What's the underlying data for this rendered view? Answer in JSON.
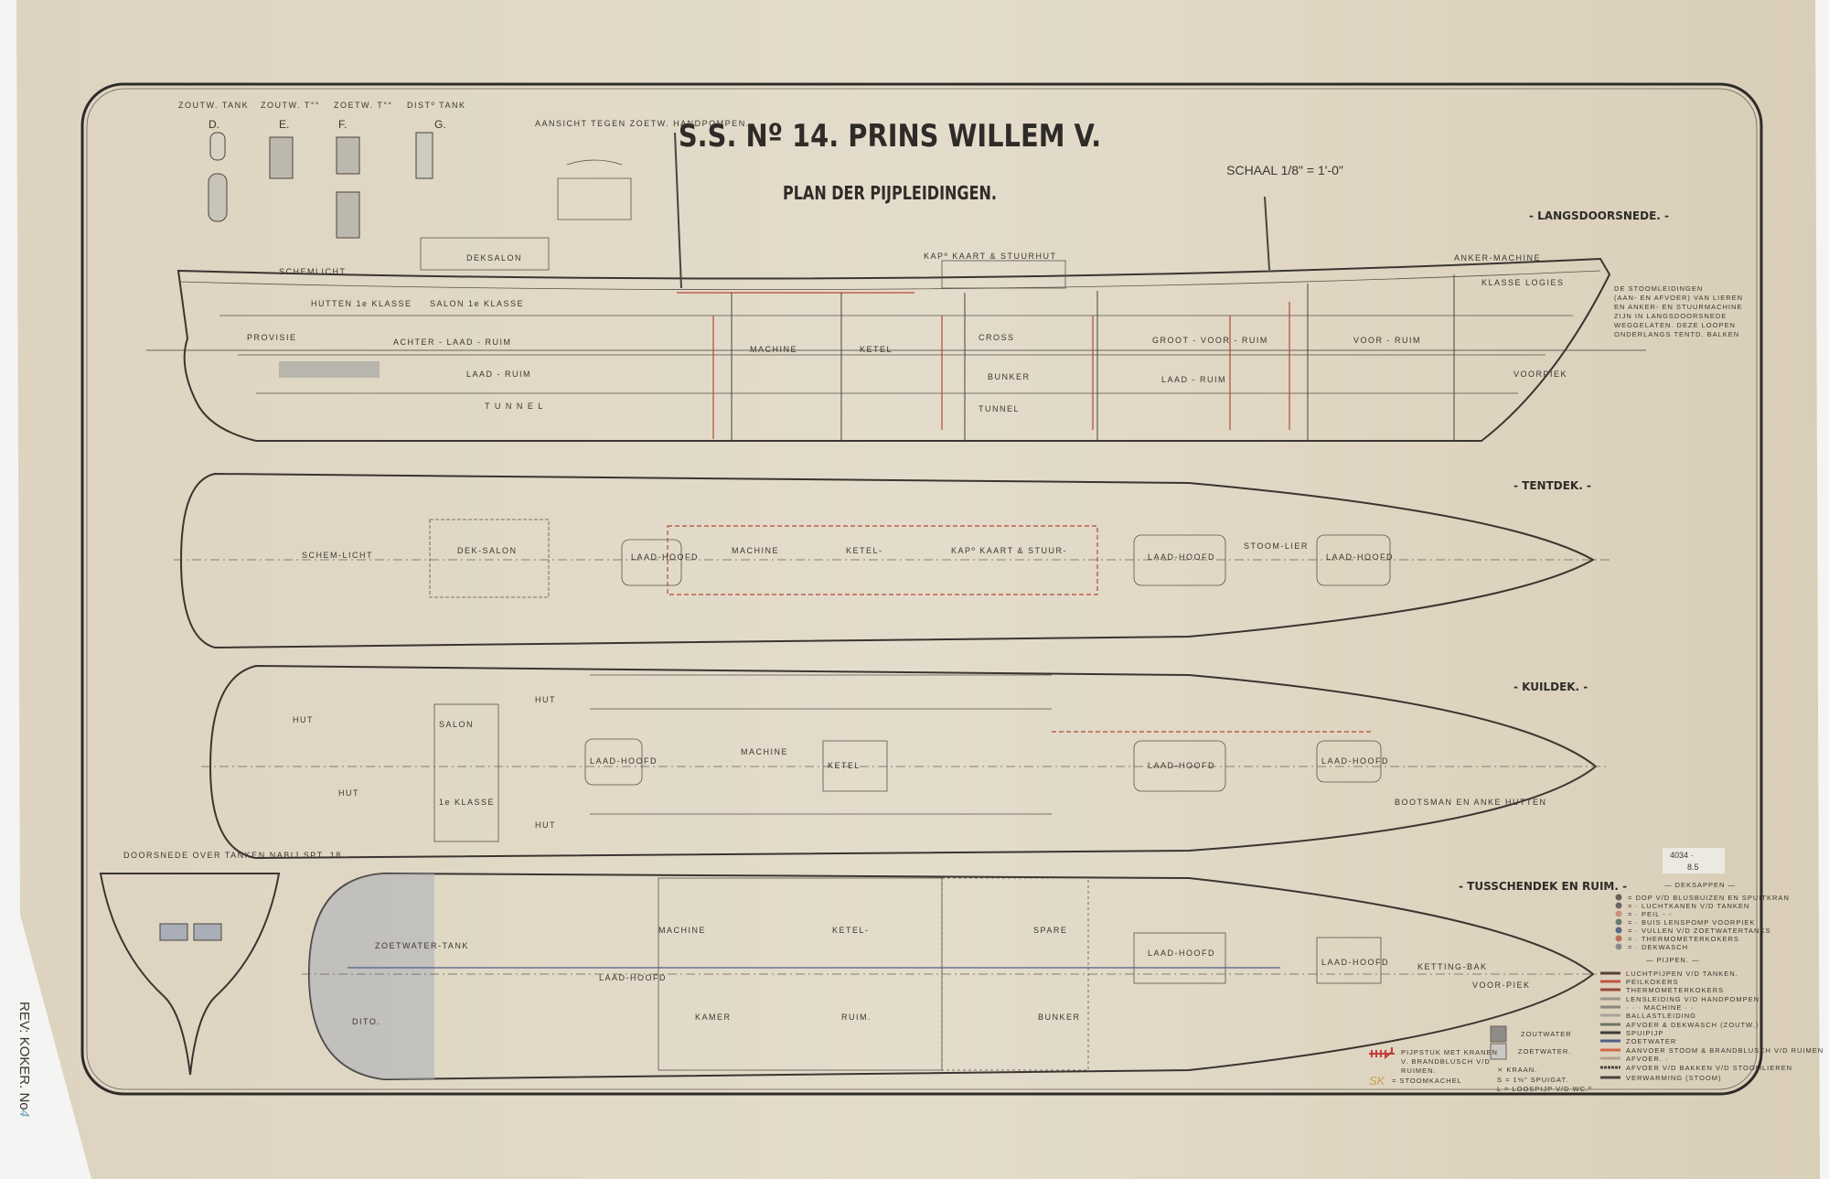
{
  "title": "S.S. Nº 14. PRINS WILLEM V.",
  "subtitle": "PLAN DER PIJPLEIDINGEN.",
  "scale": "SCHAAL 1/8\" = 1'-0\"",
  "sections": {
    "longitudinal": "- LANGSDOORSNEDE. -",
    "tentdek": "- TENTDEK. -",
    "kuildek": "- KUILDEK. -",
    "tusschendek": "- TUSSCHENDEK EN RUIM. -",
    "cross_section": "DOORSNEDE OVER TANKEN NABIJ SPT. 18."
  },
  "tank_details": {
    "labels": [
      "ZOUTW. TANK",
      "ZOUTW. T°°",
      "ZOETW. T°°",
      "DISTº TANK"
    ],
    "letters": [
      "D.",
      "E.",
      "F.",
      "G."
    ],
    "pump_view": "AANSICHT TEGEN ZOETW. HANDPOMPEN."
  },
  "note": [
    "DE STOOMLEIDINGEN",
    "(AAN- EN AFVOER) VAN LIEREN",
    "EN ANKER- EN STUURMACHINE",
    "ZIJN IN LANGSDOORSNEDE",
    "WEGGELATEN. DEZE LOOPEN",
    "ONDERLANGS TENTD. BALKEN"
  ],
  "side_labels": [
    "DEKSALON",
    "SCHEMLICHT",
    "HUTTEN 1e KLASSE",
    "SALON 1e KLASSE",
    "PROVISIE",
    "ACHTER - LAAD - RUIM",
    "LAAD - RUIM",
    "T U N N E L",
    "MACHINE",
    "KETEL",
    "BUNKER",
    "CROSS",
    "GROOT - VOOR - RUIM",
    "LAAD - RUIM",
    "VOOR - RUIM",
    "VOORPIEK",
    "KAPº KAART & STUURHUT",
    "ANKER-MACHINE",
    "KLASSE LOGIES",
    "TUNNEL"
  ],
  "tentdek_labels": [
    "SCHEM-LICHT",
    "DEK-SALON",
    "LAAD-HOOFD",
    "MACHINE",
    "KETEL-",
    "KAPº KAART & STUUR-",
    "LAAD-HOOFD",
    "LAAD-HOOFD",
    "STOOM-LIER"
  ],
  "kuildek_labels": [
    "SALON",
    "1e KLASSE",
    "LAAD-HOOFD",
    "MACHINE",
    "KETEL",
    "LAAD-HOOFD",
    "LAAD-HOOFD",
    "BOOTSMAN EN ANKE HUTTEN",
    "HUT",
    "HUT",
    "HUT",
    "HUT"
  ],
  "tusschendek_labels": [
    "ZOETWATER-TANK",
    "DITO.",
    "LAAD-HOOFD",
    "MACHINE",
    "KAMER",
    "KETEL-",
    "RUIM.",
    "SPARE",
    "BUNKER",
    "LAAD-HOOFD",
    "LAAD-HOOFD",
    "VOOR-PIEK",
    "KETTING-BAK"
  ],
  "legend": {
    "deksappen_title": "— DEKSAPPEN —",
    "deksappen": [
      {
        "text": "= DOP V/D BLUSBUIZEN EN SPUITKRAN",
        "color": "#6a5e58"
      },
      {
        "text": "= · LUCHTKANEN V/D TANKEN",
        "color": "#6f6460"
      },
      {
        "text": "= · PEIL - -",
        "color": "#c89080"
      },
      {
        "text": "= · BUIS LENSPOMP VOORPIEK",
        "color": "#6c7a70"
      },
      {
        "text": "= · VULLEN V/D ZOETWATERTANKS",
        "color": "#5a6a80"
      },
      {
        "text": "= · THERMOMETERKOKERS",
        "color": "#b8705a"
      },
      {
        "text": "= · DEKWASCH",
        "color": "#8a8a88"
      }
    ],
    "pijpen_title": "— PIJPEN. —",
    "pijpen": [
      {
        "text": "LUCHTPIJPEN V/D TANKEN.",
        "color": "#5a4038"
      },
      {
        "text": "PEILKOKERS",
        "color": "#c0553e"
      },
      {
        "text": "THERMOMETERKOKERS",
        "color": "#9a4a38"
      },
      {
        "text": "LENSLEIDING V/D HANDPOMPEN",
        "color": "#9a9690"
      },
      {
        "text": "· · · MACHINE · ·",
        "color": "#8a8680"
      },
      {
        "text": "BALLASTLEIDING",
        "color": "#a8a49c"
      },
      {
        "text": "AFVOER & DEKWASCH (ZOUTW.)",
        "color": "#6c7464"
      },
      {
        "text": "SPUIPIJP",
        "color": "#3e3a38"
      },
      {
        "text": "ZOETWATER",
        "color": "#50608a"
      },
      {
        "text": "AANVOER STOOM & BRANDBLUSCH V/D RUIMEN",
        "color": "#d06a48"
      },
      {
        "text": "AFVOER. ·",
        "color": "#b8a090"
      },
      {
        "text": "AFVOER V/D BAKKEN V/D STOOMLIEREN",
        "color": "#4a4440"
      },
      {
        "text": "VERWARMING (STOOM)",
        "color": "#4a4440"
      }
    ],
    "zoutwater": "ZOUTWATER",
    "zoetwater": "ZOETWATER.",
    "pijpstuk": [
      "PIJPSTUK MET KRANEN",
      "V. BRANDBLUSCH V/D",
      "RUIMEN."
    ],
    "stoomkachel_symbol": "SK",
    "stoomkachel": "= STOOMKACHEL",
    "kraan": "⨯ KRAAN.",
    "spuigat": "S = 1½\" SPUIGAT.",
    "loospijp": "L = LOOSPIJP V/D WC.º"
  },
  "inventory_label": [
    "4034 ·",
    "8.5"
  ],
  "margin_stamp": "REV: KOKER. No",
  "margin_number": "4"
}
